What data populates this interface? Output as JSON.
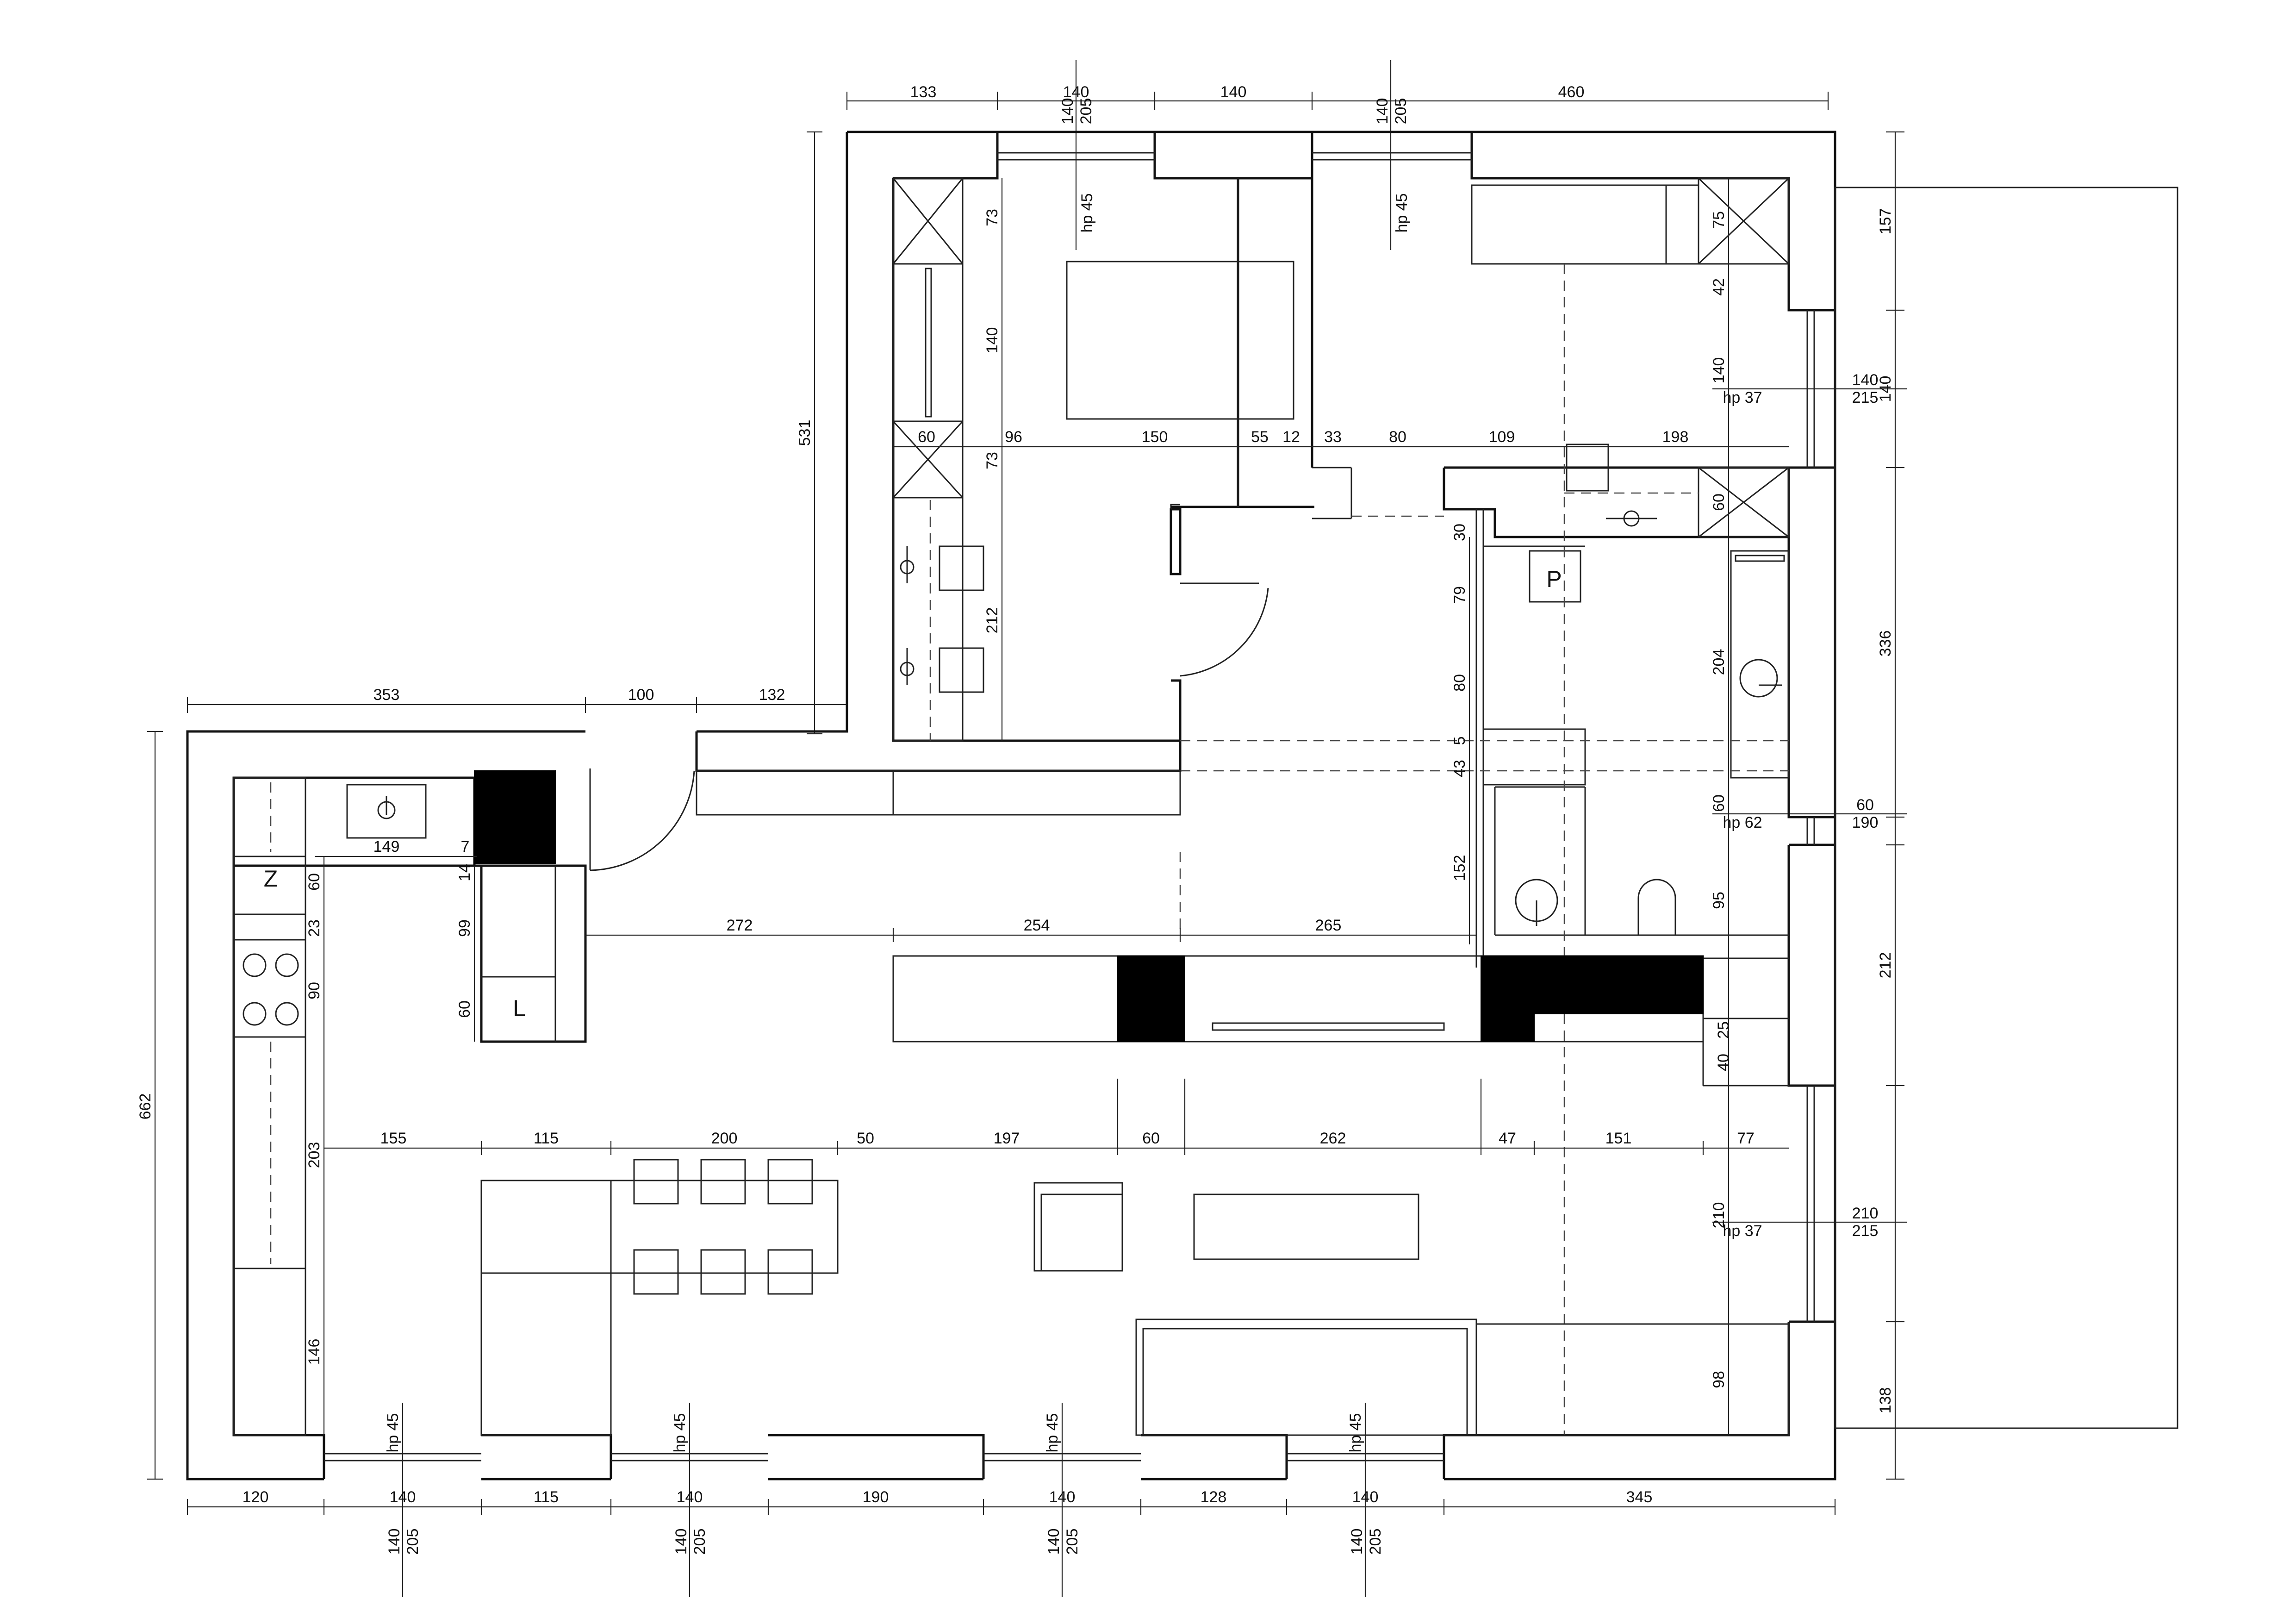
{
  "dimensions": {
    "top_segments": [
      "133",
      "140",
      "140",
      "460"
    ],
    "top_window_height": "205",
    "bottom_segments": [
      "120",
      "140",
      "115",
      "140",
      "190",
      "140",
      "128",
      "140",
      "345"
    ],
    "bottom_window_height": "205",
    "left_overall": "662",
    "left_upper": "531",
    "upper_left_segments": [
      "353",
      "100",
      "132"
    ],
    "right_segments": [
      "157",
      "140",
      "336",
      "60",
      "212",
      "210",
      "138"
    ],
    "right_window_heights": [
      "215",
      "190",
      "215"
    ],
    "bedroom_vertical": [
      "73",
      "140",
      "73",
      "212"
    ],
    "bedroom_row": [
      "60",
      "96",
      "150",
      "55",
      "12",
      "33",
      "80",
      "109",
      "198"
    ],
    "bath_vertical": [
      "30",
      "79",
      "80",
      "5",
      "43",
      "152"
    ],
    "bath_right": [
      "75",
      "42",
      "140",
      "60",
      "204",
      "60",
      "95"
    ],
    "kitchen": [
      "149",
      "7",
      "14",
      "60",
      "23",
      "90",
      "99",
      "60",
      "203",
      "146"
    ],
    "hall_row": [
      "272",
      "254",
      "265"
    ],
    "right_small": [
      "25",
      "40"
    ],
    "living_row": [
      "155",
      "115",
      "200",
      "50",
      "197",
      "60",
      "262",
      "47",
      "151",
      "77"
    ],
    "living_right": [
      "210",
      "98"
    ]
  },
  "sill_labels": {
    "hp45": "hp 45",
    "hp37": "hp 37",
    "hp62": "hp 62"
  },
  "room_labels": {
    "fridge": "Z",
    "pantry": "L",
    "washer": "P"
  }
}
